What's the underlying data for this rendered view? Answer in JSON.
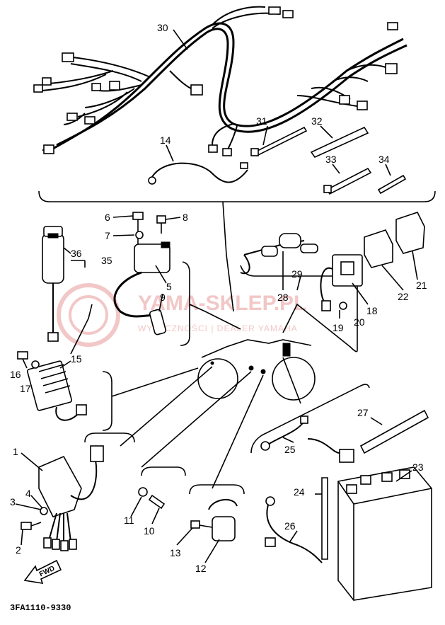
{
  "diagram": {
    "code": "3FA1110-9330",
    "watermark": {
      "main": "YAMA-SKLEP.PL",
      "sub": "WYŁĄCZNOŚCI | DEALER YAMAHA"
    },
    "fwd_label": "FWD",
    "callouts": [
      {
        "id": "c1",
        "n": "1"
      },
      {
        "id": "c2",
        "n": "2"
      },
      {
        "id": "c3",
        "n": "3"
      },
      {
        "id": "c4",
        "n": "4"
      },
      {
        "id": "c5",
        "n": "5"
      },
      {
        "id": "c6",
        "n": "6"
      },
      {
        "id": "c7",
        "n": "7"
      },
      {
        "id": "c8",
        "n": "8"
      },
      {
        "id": "c9",
        "n": "9"
      },
      {
        "id": "c10",
        "n": "10"
      },
      {
        "id": "c11",
        "n": "11"
      },
      {
        "id": "c12",
        "n": "12"
      },
      {
        "id": "c13",
        "n": "13"
      },
      {
        "id": "c14",
        "n": "14"
      },
      {
        "id": "c15",
        "n": "15"
      },
      {
        "id": "c16",
        "n": "16"
      },
      {
        "id": "c17",
        "n": "17"
      },
      {
        "id": "c18",
        "n": "18"
      },
      {
        "id": "c19",
        "n": "19"
      },
      {
        "id": "c20",
        "n": "20"
      },
      {
        "id": "c21",
        "n": "21"
      },
      {
        "id": "c22",
        "n": "22"
      },
      {
        "id": "c23",
        "n": "23"
      },
      {
        "id": "c24",
        "n": "24"
      },
      {
        "id": "c25",
        "n": "25"
      },
      {
        "id": "c26",
        "n": "26"
      },
      {
        "id": "c27",
        "n": "27"
      },
      {
        "id": "c28",
        "n": "28"
      },
      {
        "id": "c29",
        "n": "29"
      },
      {
        "id": "c30",
        "n": "30"
      },
      {
        "id": "c31",
        "n": "31"
      },
      {
        "id": "c32",
        "n": "32"
      },
      {
        "id": "c33",
        "n": "33"
      },
      {
        "id": "c34",
        "n": "34"
      },
      {
        "id": "c35",
        "n": "35"
      },
      {
        "id": "c36",
        "n": "36"
      }
    ]
  }
}
